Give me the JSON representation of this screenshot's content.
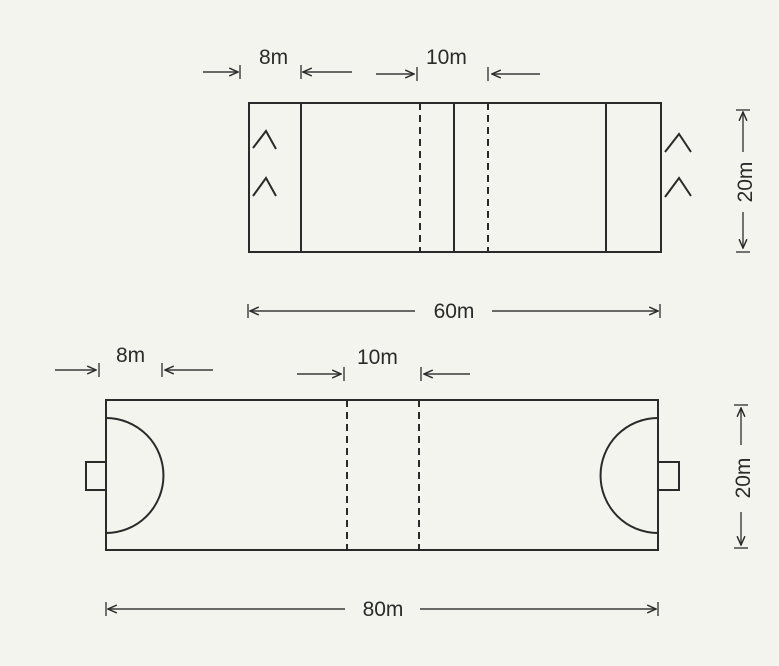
{
  "top_court": {
    "zone_label": "8m",
    "centre_label": "10m",
    "width_label": "20m",
    "length_label": "60m"
  },
  "bottom_court": {
    "zone_label": "8m",
    "centre_label": "10m",
    "width_label": "20m",
    "length_label": "80m"
  },
  "colors": {
    "line": "#2a2a2a",
    "paper": "#f4f4ef"
  }
}
